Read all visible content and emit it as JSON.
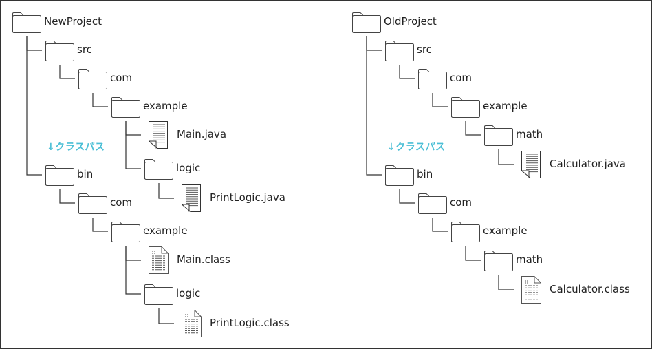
{
  "trees": [
    {
      "name": "new-project",
      "classpath_label": "↓クラスパス",
      "nodes": [
        {
          "label": "NewProject",
          "type": "folder"
        },
        {
          "label": "src",
          "type": "folder"
        },
        {
          "label": "com",
          "type": "folder"
        },
        {
          "label": "example",
          "type": "folder"
        },
        {
          "label": "Main.java",
          "type": "java-file"
        },
        {
          "label": "logic",
          "type": "folder"
        },
        {
          "label": "PrintLogic.java",
          "type": "java-file"
        },
        {
          "label": "bin",
          "type": "folder"
        },
        {
          "label": "com",
          "type": "folder"
        },
        {
          "label": "example",
          "type": "folder"
        },
        {
          "label": "Main.class",
          "type": "class-file"
        },
        {
          "label": "logic",
          "type": "folder"
        },
        {
          "label": "PrintLogic.class",
          "type": "class-file"
        }
      ]
    },
    {
      "name": "old-project",
      "classpath_label": "↓クラスパス",
      "nodes": [
        {
          "label": "OldProject",
          "type": "folder"
        },
        {
          "label": "src",
          "type": "folder"
        },
        {
          "label": "com",
          "type": "folder"
        },
        {
          "label": "example",
          "type": "folder"
        },
        {
          "label": "math",
          "type": "folder"
        },
        {
          "label": "Calculator.java",
          "type": "java-file"
        },
        {
          "label": "bin",
          "type": "folder"
        },
        {
          "label": "com",
          "type": "folder"
        },
        {
          "label": "example",
          "type": "folder"
        },
        {
          "label": "math",
          "type": "folder"
        },
        {
          "label": "Calculator.class",
          "type": "class-file"
        }
      ]
    }
  ],
  "colors": {
    "line": "#333333",
    "classpath": "#4bbfd6"
  }
}
